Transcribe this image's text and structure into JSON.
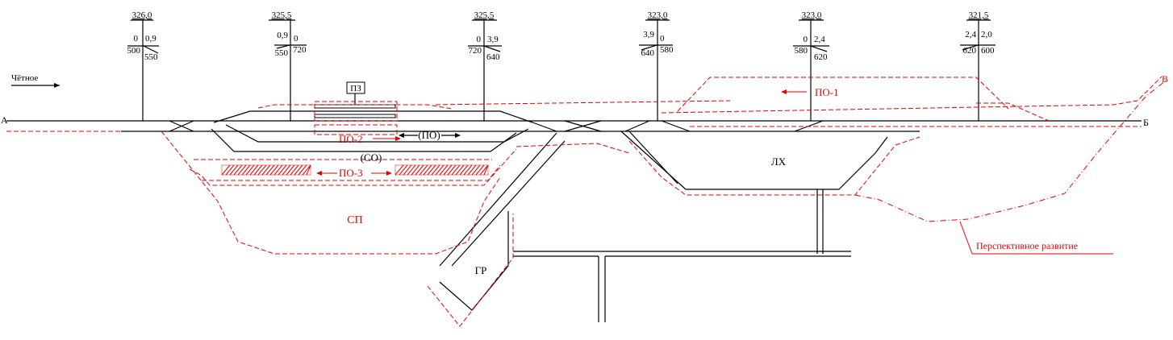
{
  "stations": {
    "start": "А",
    "end": "Б",
    "branch": "В"
  },
  "direction_label": "Чётное",
  "profile": [
    {
      "km": "326,0",
      "left_grade": "0",
      "right_grade": "0,9",
      "left_len": "500",
      "right_len": "550"
    },
    {
      "km": "325,5",
      "left_grade": "0,9",
      "right_grade": "0",
      "left_len": "550",
      "right_len": "720"
    },
    {
      "km": "325,5",
      "left_grade": "0",
      "right_grade": "3,9",
      "left_len": "720",
      "right_len": "640"
    },
    {
      "km": "323,0",
      "left_grade": "3,9",
      "right_grade": "0",
      "left_len": "640",
      "right_len": "580"
    },
    {
      "km": "323,0",
      "left_grade": "0",
      "right_grade": "2,4",
      "left_len": "580",
      "right_len": "620"
    },
    {
      "km": "321,5",
      "left_grade": "2,4",
      "right_grade": "2,0",
      "left_len": "620",
      "right_len": "600"
    }
  ],
  "labels": {
    "pz": "ПЗ",
    "po1": "ПО-1",
    "po2": "ПО-2",
    "po": "(ПО)",
    "so": "(СО)",
    "po3": "ПО-3",
    "sp": "СП",
    "lh": "ЛХ",
    "gr": "ГР",
    "perspective": "Перспективное развитие"
  },
  "colors": {
    "existing": "#000000",
    "planned": "#e60000"
  }
}
